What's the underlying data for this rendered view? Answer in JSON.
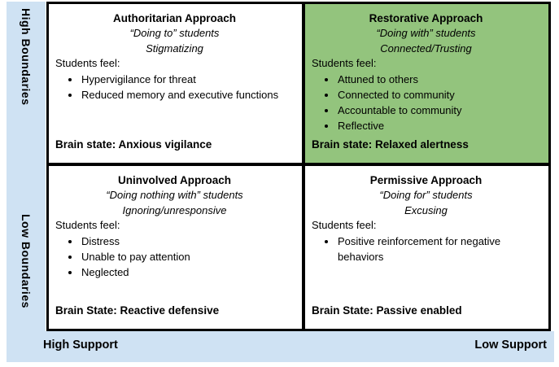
{
  "colors": {
    "restorative_green": "#93c47d",
    "axis_blue": "#cfe2f3",
    "grid_border": "#000000"
  },
  "y_axis": {
    "top_label": "High Boundaries",
    "bottom_label": "Low Boundaries"
  },
  "x_axis": {
    "left_label": "High Support",
    "right_label": "Low Support"
  },
  "quadrants": {
    "authoritarian": {
      "title": "Authoritarian Approach",
      "style": "“Doing to” students",
      "label": "Stigmatizing",
      "students_feel": "Students feel:",
      "bullets": [
        "Hypervigilance for threat",
        "Reduced memory and executive functions"
      ],
      "brain_state": "Brain state: Anxious vigilance"
    },
    "restorative": {
      "title": "Restorative Approach",
      "style": "“Doing with” students",
      "label": "Connected/Trusting",
      "students_feel": "Students feel:",
      "bullets": [
        "Attuned to others",
        "Connected to community",
        "Accountable to community",
        "Reflective"
      ],
      "brain_state": "Brain state: Relaxed alertness"
    },
    "uninvolved": {
      "title": "Uninvolved Approach",
      "style": "“Doing nothing with” students",
      "label": "Ignoring/unresponsive",
      "students_feel": "Students feel:",
      "bullets": [
        "Distress",
        "Unable to pay attention",
        "Neglected"
      ],
      "brain_state": "Brain State: Reactive defensive"
    },
    "permissive": {
      "title": "Permissive Approach",
      "style": "“Doing for” students",
      "label": "Excusing",
      "students_feel": "Students feel:",
      "bullets": [
        "Positive reinforcement for negative behaviors"
      ],
      "brain_state": "Brain State: Passive enabled"
    }
  }
}
